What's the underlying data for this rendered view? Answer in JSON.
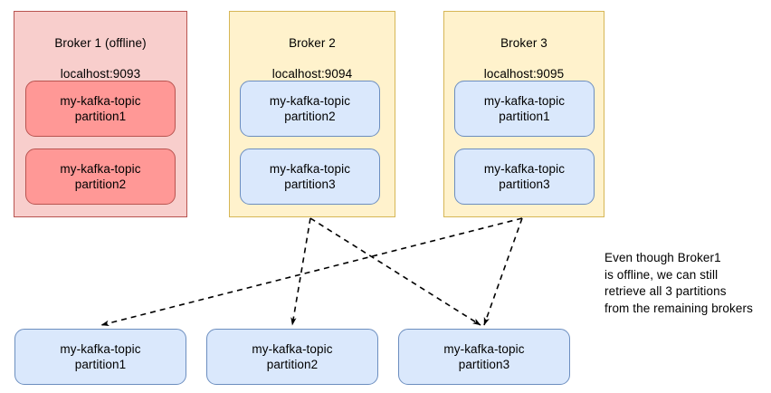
{
  "diagram": {
    "title_semantic": "kafka-broker-partition-failover-diagram",
    "colors": {
      "broker_offline_fill": "#f8cecc",
      "broker_offline_stroke": "#b85450",
      "broker_online_fill": "#fff2cc",
      "broker_online_stroke": "#d6b656",
      "partition_offline_fill": "#ff9896",
      "partition_offline_stroke": "#b85450",
      "partition_online_fill": "#dae8fc",
      "partition_online_stroke": "#6c8ebf",
      "arrow_stroke": "#000000",
      "background": "#ffffff"
    },
    "brokers": [
      {
        "id": "broker-1",
        "name": "Broker 1 (offline)",
        "address": "localhost:9093",
        "status": "offline",
        "partitions": [
          {
            "id": "b1-p1",
            "topic": "my-kafka-topic",
            "partition": "partition1",
            "status": "offline"
          },
          {
            "id": "b1-p2",
            "topic": "my-kafka-topic",
            "partition": "partition2",
            "status": "offline"
          }
        ]
      },
      {
        "id": "broker-2",
        "name": "Broker 2",
        "address": "localhost:9094",
        "status": "online",
        "partitions": [
          {
            "id": "b2-p2",
            "topic": "my-kafka-topic",
            "partition": "partition2",
            "status": "online"
          },
          {
            "id": "b2-p3",
            "topic": "my-kafka-topic",
            "partition": "partition3",
            "status": "online"
          }
        ]
      },
      {
        "id": "broker-3",
        "name": "Broker 3",
        "address": "localhost:9095",
        "status": "online",
        "partitions": [
          {
            "id": "b3-p1",
            "topic": "my-kafka-topic",
            "partition": "partition1",
            "status": "online"
          },
          {
            "id": "b3-p3",
            "topic": "my-kafka-topic",
            "partition": "partition3",
            "status": "online"
          }
        ]
      }
    ],
    "results": [
      {
        "id": "result-p1",
        "topic": "my-kafka-topic",
        "partition": "partition1"
      },
      {
        "id": "result-p2",
        "topic": "my-kafka-topic",
        "partition": "partition2"
      },
      {
        "id": "result-p3",
        "topic": "my-kafka-topic",
        "partition": "partition3"
      }
    ],
    "connections": [
      {
        "id": "conn-b3-to-p1",
        "from": "broker-3",
        "to": "result-p1",
        "style": "dashed-arrow"
      },
      {
        "id": "conn-b2-to-p2",
        "from": "broker-2",
        "to": "result-p2",
        "style": "dashed-arrow"
      },
      {
        "id": "conn-b2-to-p3",
        "from": "broker-2",
        "to": "result-p3",
        "style": "dashed-arrow"
      },
      {
        "id": "conn-b3-to-p3",
        "from": "broker-3",
        "to": "result-p3",
        "style": "dashed-arrow"
      }
    ],
    "annotation": "Even though Broker1\nis offline, we can still\nretrieve all 3 partitions\nfrom the remaining brokers"
  }
}
